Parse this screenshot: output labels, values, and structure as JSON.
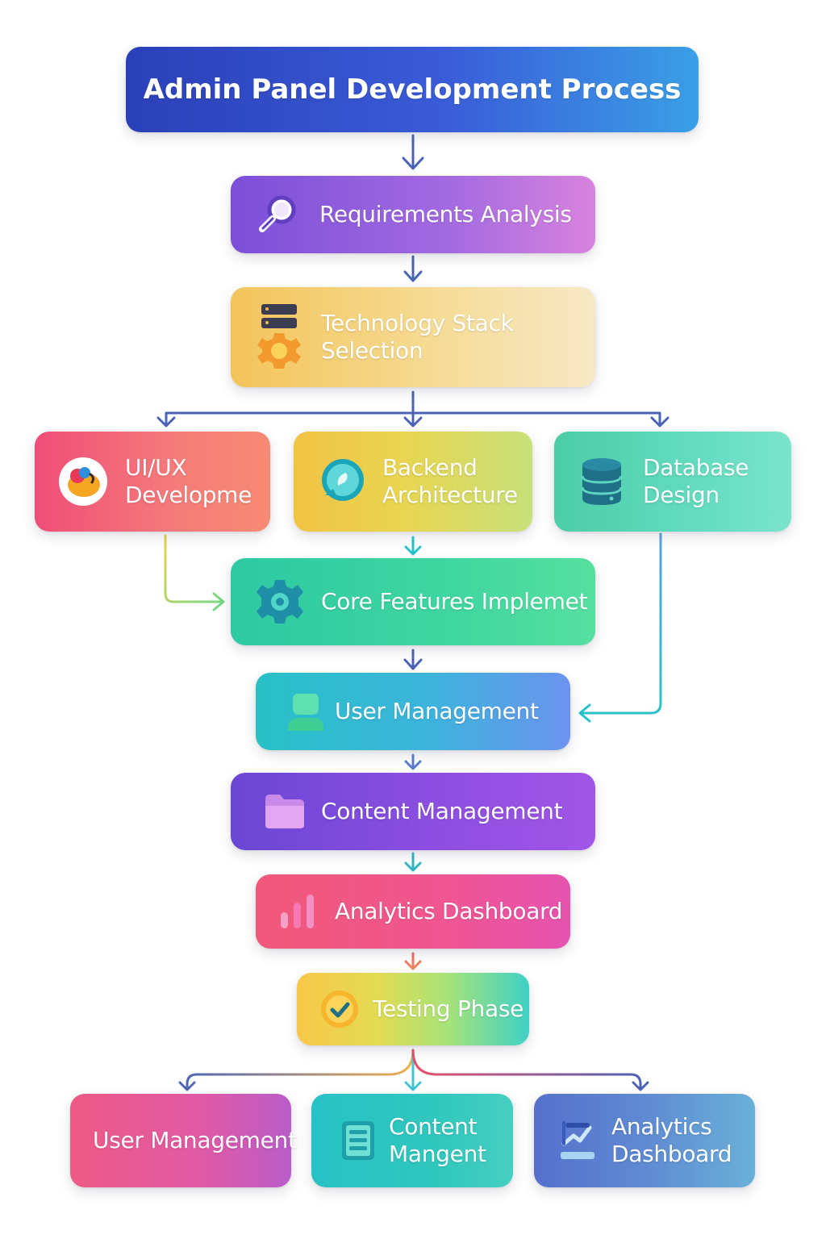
{
  "title": "Admin Panel Development Process",
  "steps": {
    "requirements": {
      "label": "Requirements Analysis",
      "icon": "search-icon"
    },
    "tech_stack": {
      "label": "Technology Stack\nSelection",
      "icon": "server-gear-icon"
    },
    "uiux": {
      "label": "UI/UX\nDevelopme",
      "icon": "palette-icon"
    },
    "backend": {
      "label": "Backend\nArchitecture",
      "icon": "chat-bubble-icon"
    },
    "database": {
      "label": "Database\nDesign",
      "icon": "database-icon"
    },
    "core": {
      "label": "Core Features Implemet",
      "icon": "gear-icon"
    },
    "user_mgmt": {
      "label": "User Management",
      "icon": "user-icon"
    },
    "content_mgmt": {
      "label": "Content Management",
      "icon": "folder-icon"
    },
    "analytics": {
      "label": "Analytics Dashboard",
      "icon": "bar-chart-icon"
    },
    "testing": {
      "label": "Testing Phase",
      "icon": "check-circle-icon"
    }
  },
  "outputs": {
    "user_mgmt": {
      "label": "User Management"
    },
    "content_mgmt": {
      "label": "Content\nMangent",
      "icon": "document-icon"
    },
    "analytics": {
      "label": "Analytics\nDashboard",
      "icon": "trend-chart-icon"
    }
  },
  "colors": {
    "arrow": "#4a63b8",
    "title_start": "#2a40b8",
    "title_end": "#3a9fe6"
  }
}
